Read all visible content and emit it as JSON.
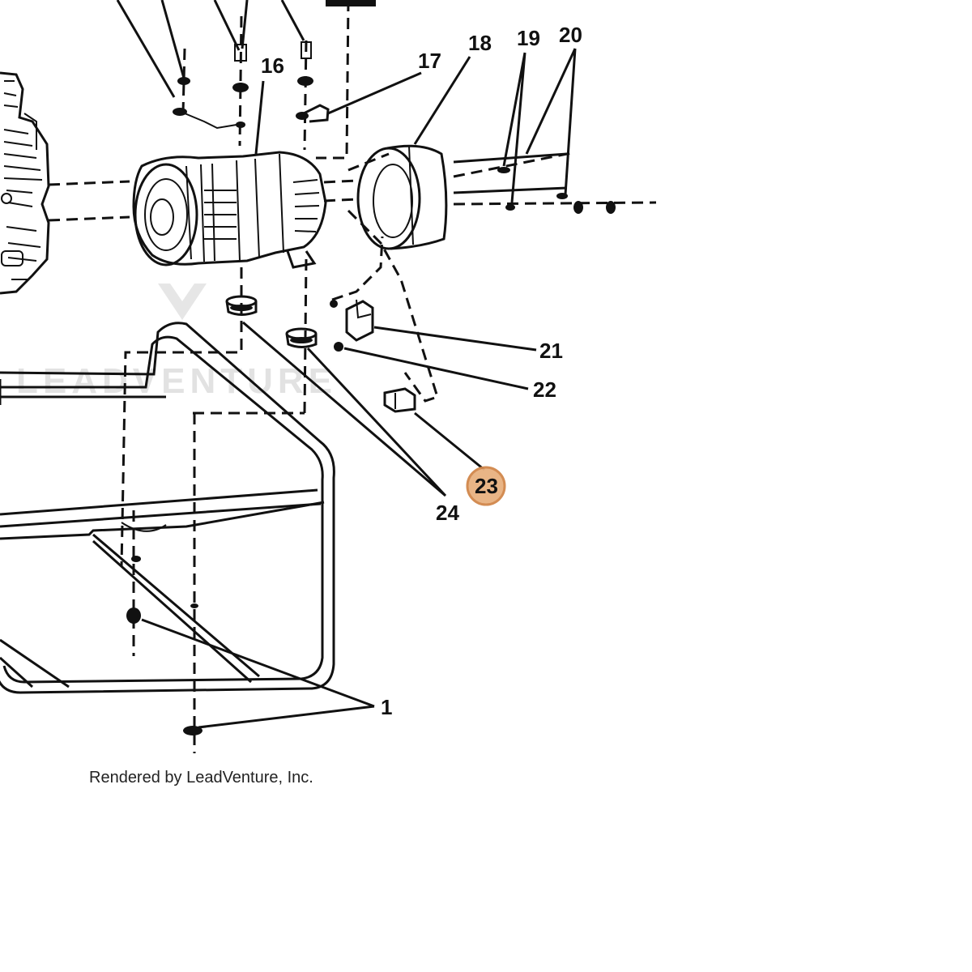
{
  "parts": [
    {
      "id": "p16",
      "label": "16"
    },
    {
      "id": "p17",
      "label": "17"
    },
    {
      "id": "p18",
      "label": "18"
    },
    {
      "id": "p19",
      "label": "19"
    },
    {
      "id": "p20",
      "label": "20"
    },
    {
      "id": "p21",
      "label": "21"
    },
    {
      "id": "p22",
      "label": "22"
    },
    {
      "id": "p23",
      "label": "23"
    },
    {
      "id": "p24",
      "label": "24"
    },
    {
      "id": "p1",
      "label": "1"
    }
  ],
  "highlighted_part": "23",
  "highlight_color": "#e8b280",
  "watermark": "LEADVENTURE",
  "credit": "Rendered by LeadVenture, Inc."
}
